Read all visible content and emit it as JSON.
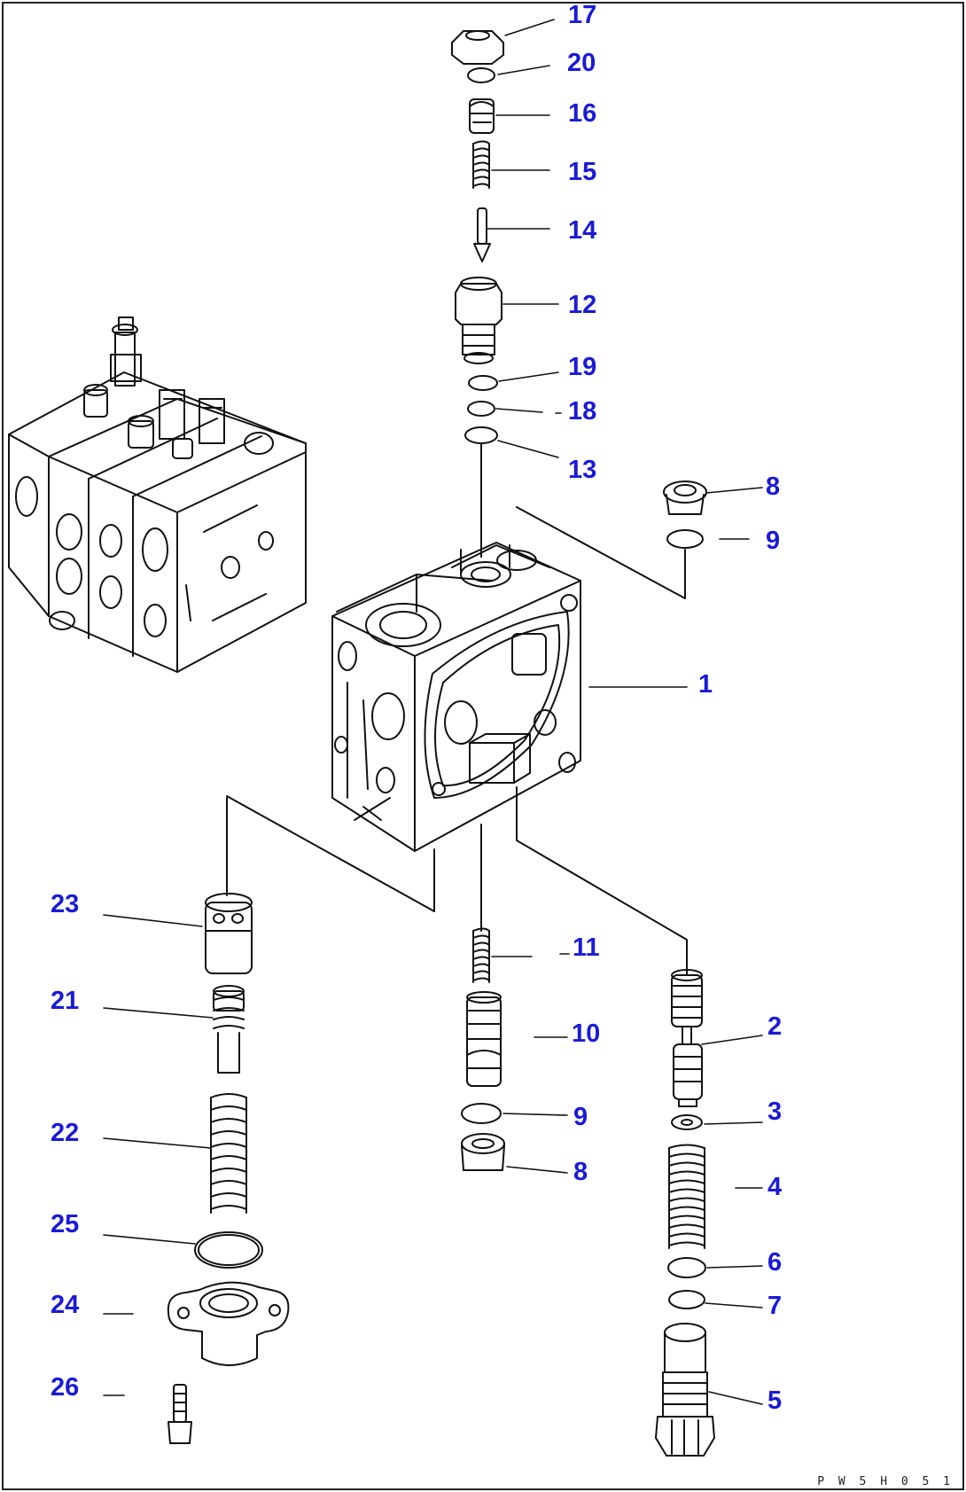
{
  "diagram": {
    "drawing_code": "P W 5 H 0 5 1",
    "part_numbers": {
      "p1": "1",
      "p2": "2",
      "p3": "3",
      "p4": "4",
      "p5": "5",
      "p6": "6",
      "p7": "7",
      "p8a": "8",
      "p8b": "8",
      "p9a": "9",
      "p9b": "9",
      "p10": "10",
      "p11": "11",
      "p12": "12",
      "p13": "13",
      "p14": "14",
      "p15": "15",
      "p16": "16",
      "p17": "17",
      "p18": "18",
      "p19": "19",
      "p20": "20",
      "p21": "21",
      "p22": "22",
      "p23": "23",
      "p24": "24",
      "p25": "25",
      "p26": "26"
    },
    "colors": {
      "label": "#1a1ad8",
      "line": "#111111"
    }
  }
}
